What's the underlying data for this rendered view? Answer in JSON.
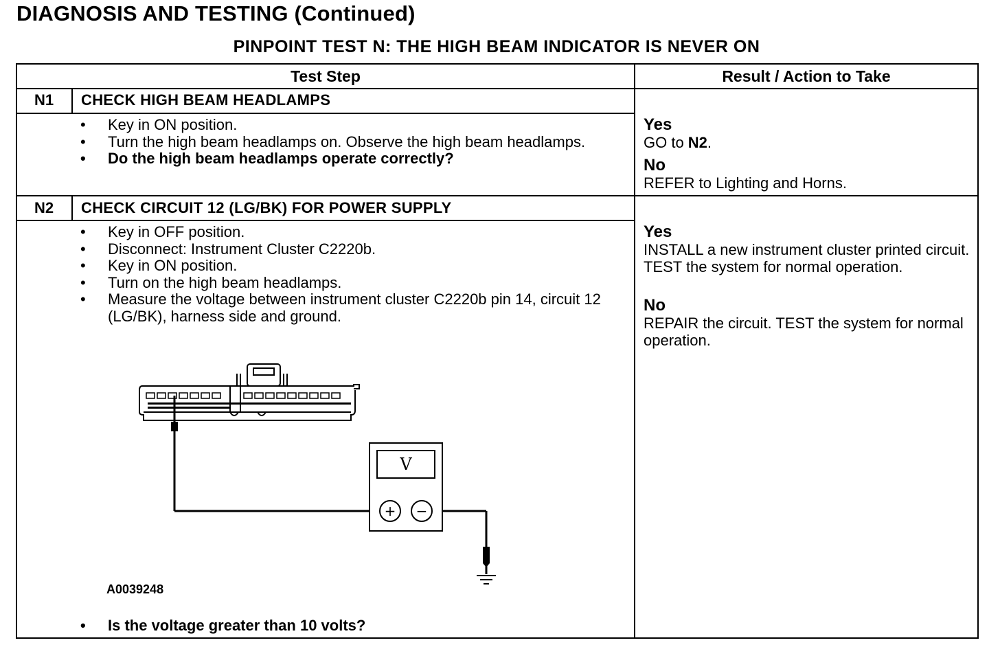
{
  "page_title": "DIAGNOSIS AND TESTING (Continued)",
  "test_title": "PINPOINT TEST N: THE HIGH BEAM INDICATOR IS NEVER ON",
  "headers": {
    "test_step": "Test Step",
    "result": "Result / Action to Take"
  },
  "steps": [
    {
      "id": "N1",
      "title": "CHECK HIGH BEAM HEADLAMPS",
      "bullets": [
        "Key in ON position.",
        "Turn the high beam headlamps on. Observe the high beam headlamps.",
        "Do the high beam headlamps operate correctly?"
      ],
      "yes_label": "Yes",
      "yes_pre": "GO to ",
      "yes_bold": "N2",
      "yes_post": ".",
      "no_label": "No",
      "no_text": "REFER to Lighting and Horns."
    },
    {
      "id": "N2",
      "title": "CHECK CIRCUIT 12 (LG/BK) FOR POWER SUPPLY",
      "bullets": [
        "Key in OFF position.",
        "Disconnect: Instrument Cluster C2220b.",
        "Key in ON position.",
        "Turn on the high beam headlamps.",
        "Measure the voltage between instrument cluster C2220b pin 14, circuit 12 (LG/BK), harness side and ground."
      ],
      "figure_id": "A0039248",
      "meter_symbol": "V",
      "plus": "+",
      "minus": "−",
      "question": "Is the voltage greater than 10 volts?",
      "yes_label": "Yes",
      "yes_text": "INSTALL a new instrument cluster printed circuit. TEST the system for normal operation.",
      "no_label": "No",
      "no_text": "REPAIR the circuit. TEST the system for normal operation."
    }
  ]
}
